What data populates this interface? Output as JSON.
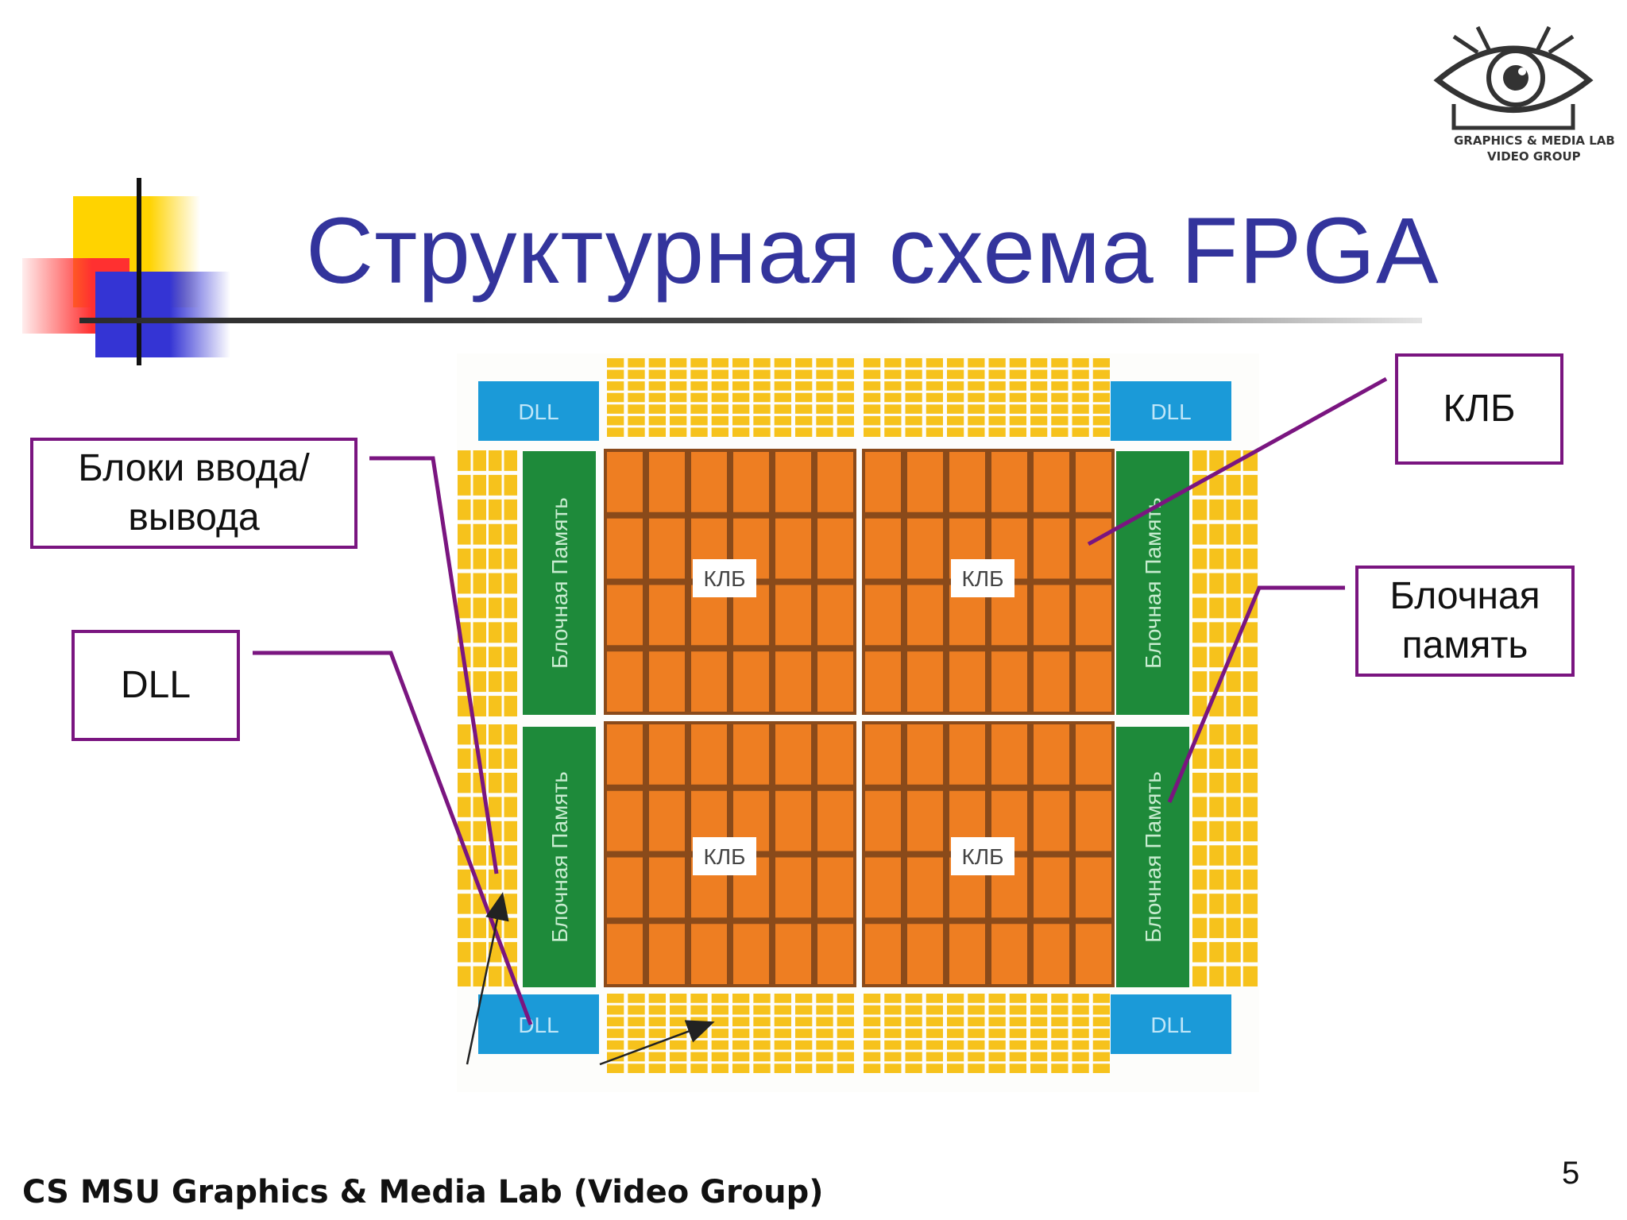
{
  "slide": {
    "title": "Структурная схема FPGA",
    "footer": "CS MSU Graphics & Media Lab (Video Group)",
    "page_number": "5"
  },
  "logo": {
    "line1": "GRAPHICS & MEDIA LAB",
    "line2": "VIDEO GROUP",
    "icon": "eye-icon"
  },
  "diagram": {
    "dll_label": "DLL",
    "clb_label": "КЛБ",
    "block_ram_label": "Блочная Память"
  },
  "callouts": {
    "io_blocks": "Блоки ввода/вывода",
    "dll": "DLL",
    "clb": "КЛБ",
    "block_ram": "Блочная память"
  },
  "colors": {
    "title": "#33349c",
    "callout_border": "#7a1580",
    "io": "#f6c21c",
    "clb": "#ee7e22",
    "block_ram": "#1e8a3a",
    "dll": "#1b9ad8"
  }
}
